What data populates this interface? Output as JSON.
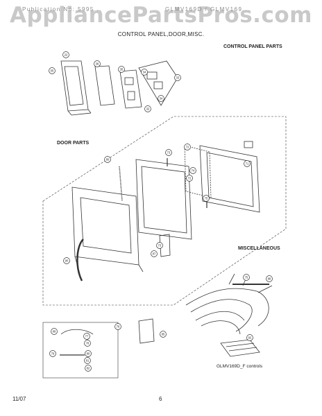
{
  "watermark": "AppliancePartsPros.com",
  "header": {
    "left": "Publication No: 5995...",
    "right": "GLMV169D / GLMV169...",
    "subtitle": "CONTROL PANEL,DOOR,MISC."
  },
  "sections": {
    "control_panel": "CONTROL PANEL PARTS",
    "door": "DOOR PARTS",
    "misc": "MISCELLANEOUS"
  },
  "model_note": "GLMV169D_F controls",
  "footer": {
    "date": "11/07",
    "page": "6"
  },
  "callouts": [
    "22",
    "05",
    "36",
    "35",
    "34",
    "33",
    "32",
    "34",
    "80",
    "73",
    "72",
    "74",
    "71",
    "72",
    "75",
    "73",
    "87",
    "90",
    "75",
    "88",
    "89",
    "77",
    "78",
    "79",
    "80",
    "81",
    "82",
    "76",
    "85",
    "92"
  ]
}
